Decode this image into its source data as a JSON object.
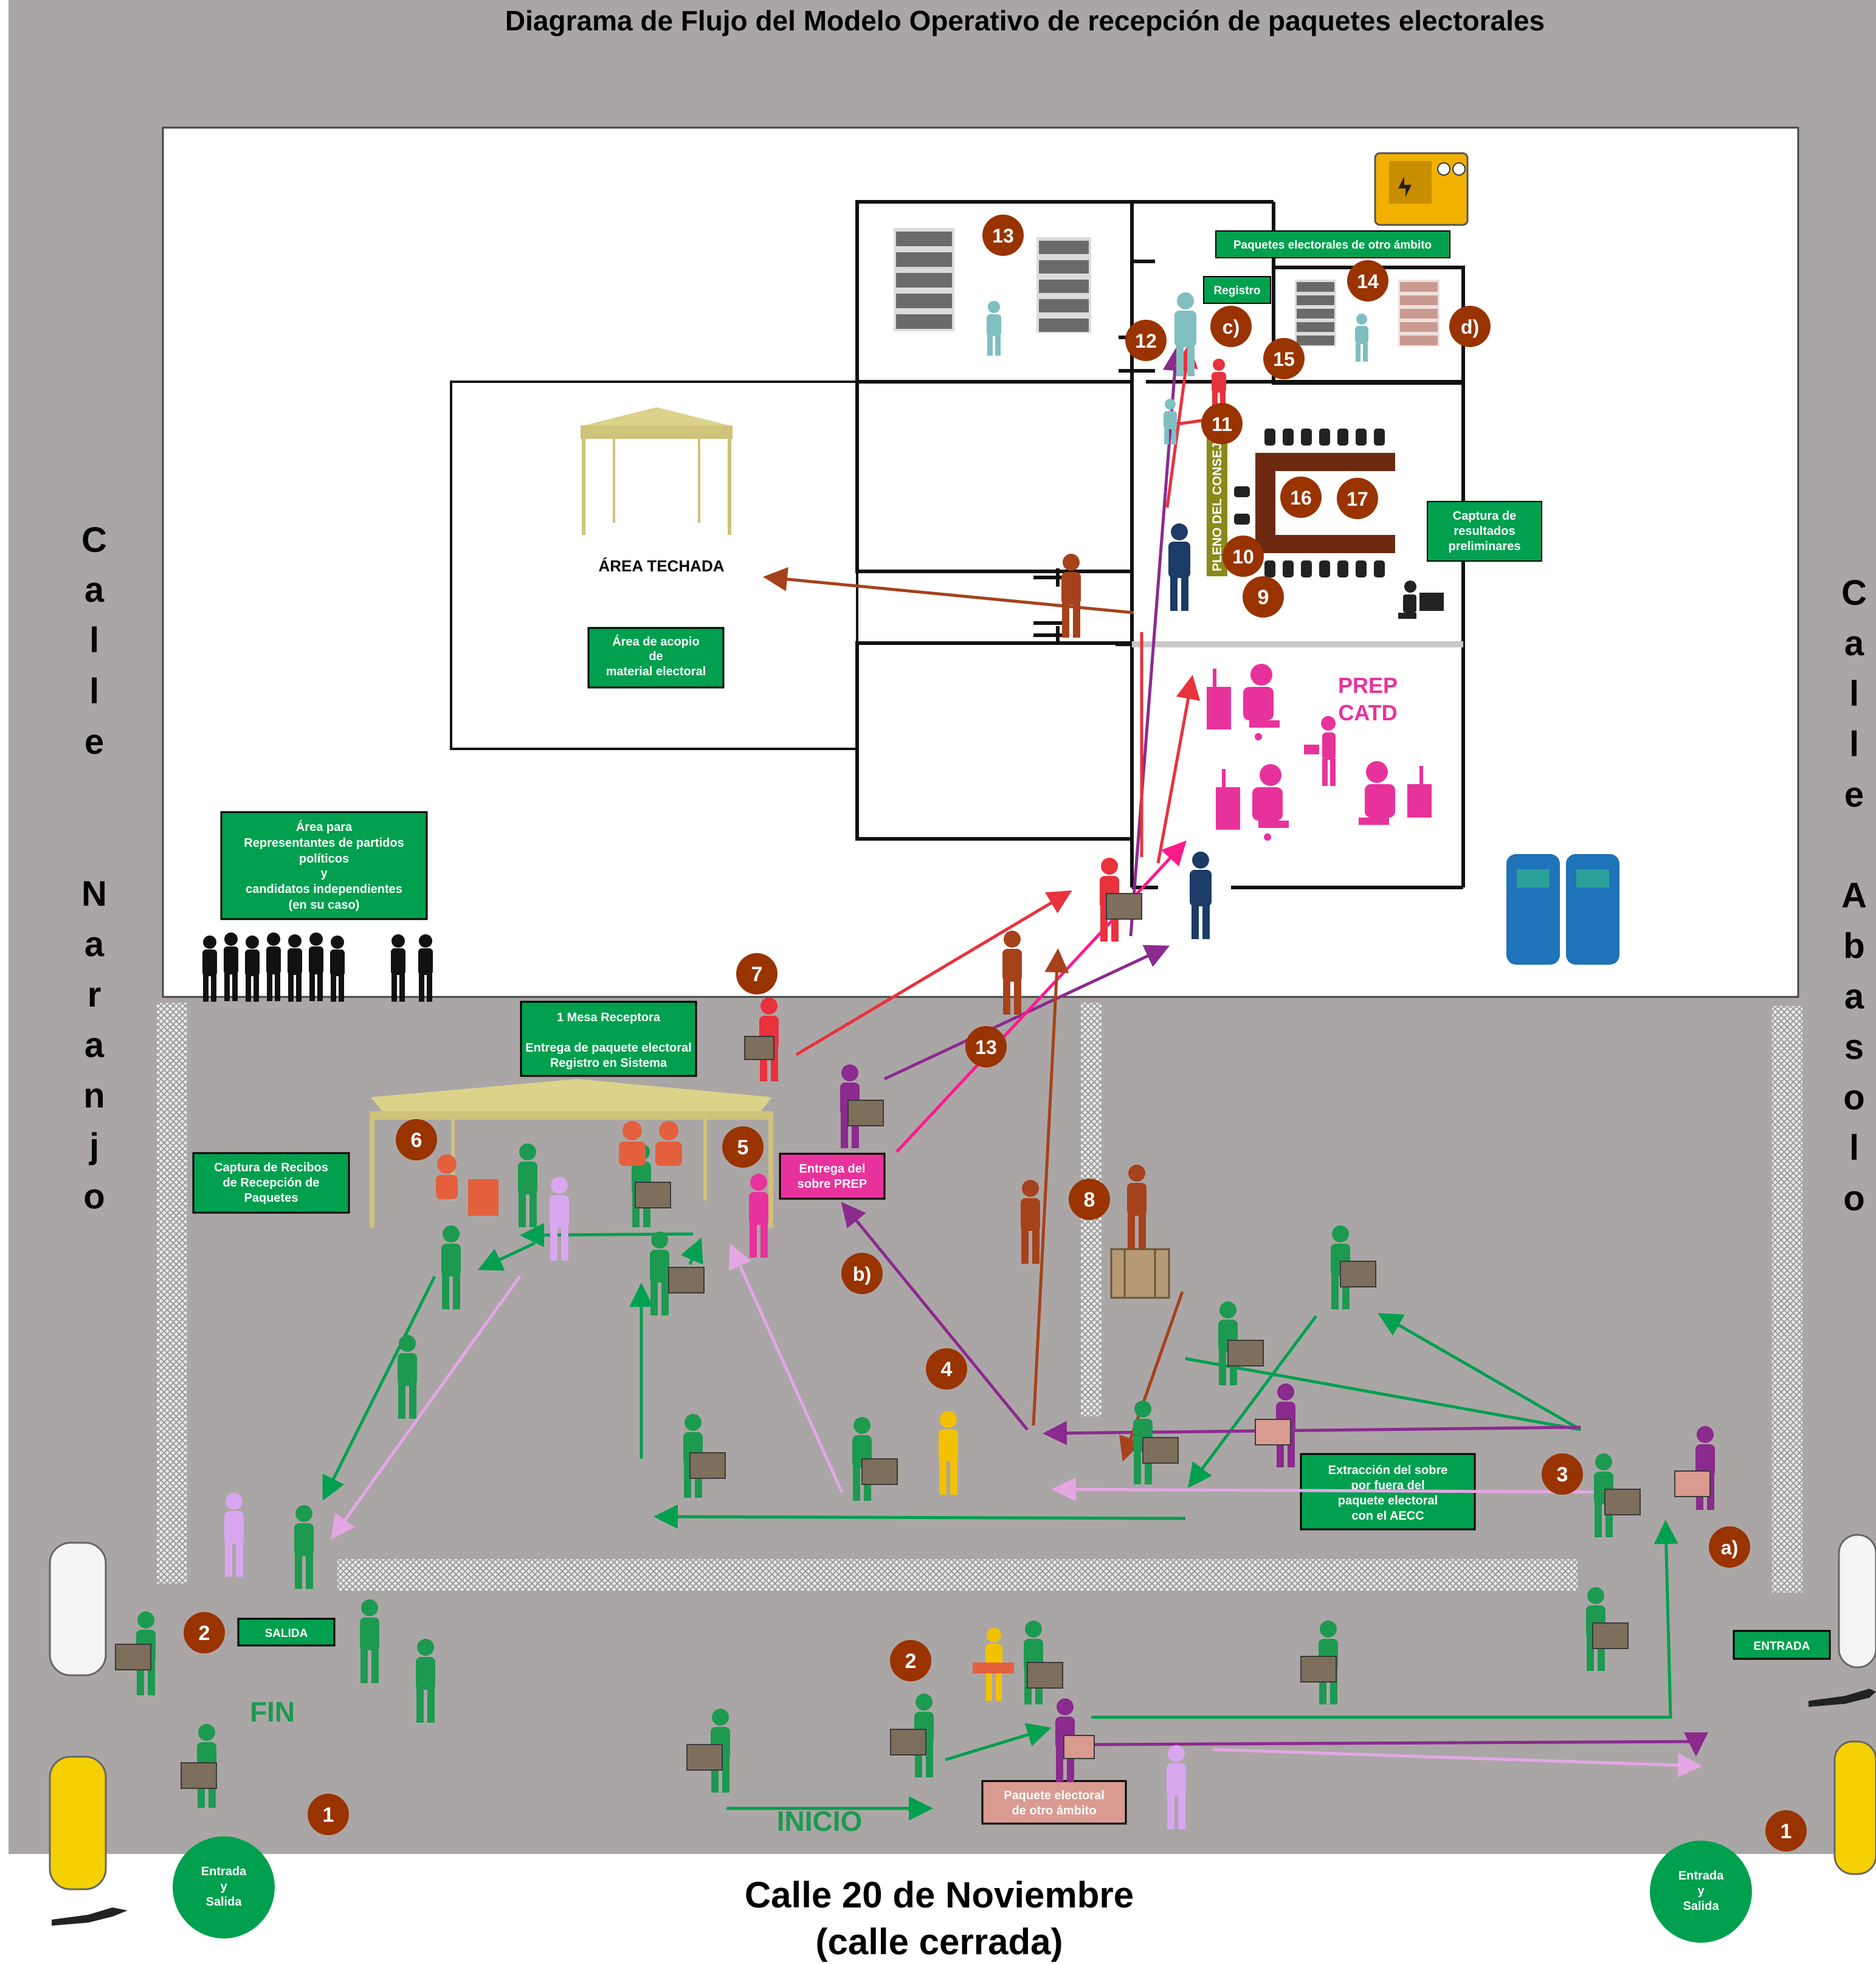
{
  "title": "Diagrama de Flujo del Modelo Operativo de recepción de paquetes electorales",
  "streets": {
    "left": [
      "C",
      "a",
      "l",
      "l",
      "e",
      "",
      "N",
      "a",
      "r",
      "a",
      "n",
      "j",
      "o"
    ],
    "right": [
      "C",
      "a",
      "l",
      "l",
      "e",
      "",
      "A",
      "b",
      "a",
      "s",
      "o",
      "l",
      "o"
    ],
    "bottom_line1": "Calle 20 de Noviembre",
    "bottom_line2": "(calle cerrada)"
  },
  "labels": {
    "area_techada": "ÁREA TECHADA",
    "acopio_l1": "Área de acopio",
    "acopio_l2": "de",
    "acopio_l3": "material electoral",
    "reps_l1": "Área para",
    "reps_l2": "Representantes de partidos",
    "reps_l3": "políticos",
    "reps_l4": "y",
    "reps_l5": "candidatos independientes",
    "reps_l6": "(en su caso)",
    "otro_ambito_top": "Paquetes electorales  de otro ámbito",
    "registro": "Registro",
    "pleno": "PLENO DEL CONSEJO",
    "captura_prelim_l1": "Captura de",
    "captura_prelim_l2": "resultados",
    "captura_prelim_l3": "preliminares",
    "prep_l1": "PREP",
    "prep_l2": "CATD",
    "mesa_l1": "1 Mesa Receptora",
    "mesa_l2": "Entrega de paquete electoral",
    "mesa_l3": "Registro en Sistema",
    "recibos_l1": "Captura de Recibos",
    "recibos_l2": "de Recepción de",
    "recibos_l3": "Paquetes",
    "sobre_prep_l1": "Entrega del",
    "sobre_prep_l2": "sobre PREP",
    "extraccion_l1": "Extracción del sobre",
    "extraccion_l2": "por fuera del",
    "extraccion_l3": "paquete electoral",
    "extraccion_l4": "con el AECC",
    "salida": "SALIDA",
    "entrada": "ENTRADA",
    "fin": "FIN",
    "inicio": "INICIO",
    "otro_ambito_l1": "Paquete electoral",
    "otro_ambito_l2": "de otro ámbito",
    "es_l1": "Entrada",
    "es_l2": "y",
    "es_l3": "Salida"
  },
  "steps": {
    "s1a": "1",
    "s1b": "1",
    "s2a": "2",
    "s2b": "2",
    "s3": "3",
    "s4": "4",
    "s5": "5",
    "s6": "6",
    "s7": "7",
    "s8": "8",
    "s9": "9",
    "s10": "10",
    "s11": "11",
    "s12": "12",
    "s13a": "13",
    "s13b": "13",
    "s14": "14",
    "s15": "15",
    "s16": "16",
    "s17": "17",
    "sa": "a)",
    "sb": "b)",
    "sc": "c)",
    "sd": "d)"
  },
  "colors": {
    "ground": "#aba6a6",
    "green_box": "#00a04f",
    "step_circle": "#993300",
    "arrow_green": "#00a04f",
    "arrow_pink": "#ff1a8c",
    "arrow_purple": "#8b2a8f",
    "arrow_lilac": "#e4a7e4",
    "arrow_red": "#e8323c",
    "arrow_brown": "#a5421b",
    "person_green": "#1c9a50",
    "person_magenta": "#e8329b",
    "person_red": "#e8323c"
  }
}
